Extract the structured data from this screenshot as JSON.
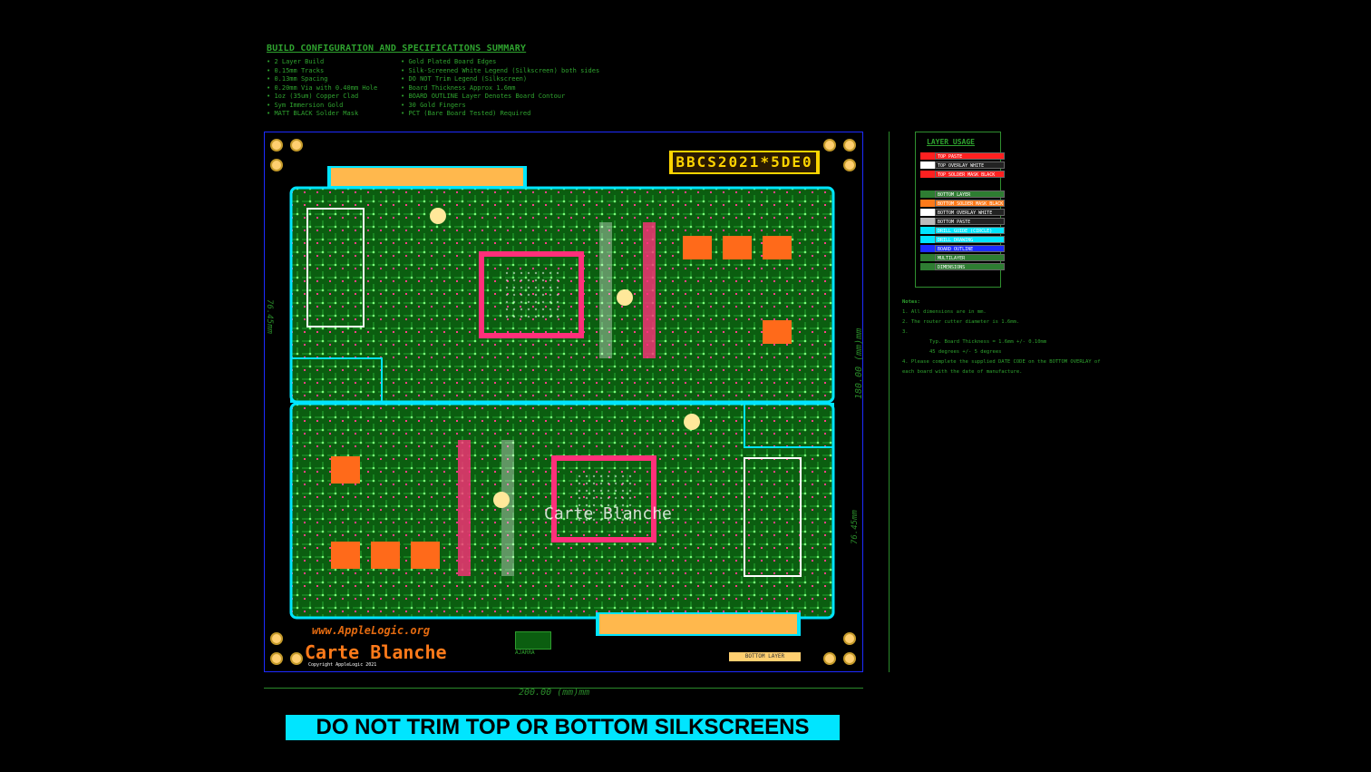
{
  "spec": {
    "title": "BUILD CONFIGURATION AND SPECIFICATIONS SUMMARY",
    "left": [
      "2 Layer Build",
      "0.15mm Tracks",
      "0.13mm Spacing",
      "0.20mm Via with 0.40mm Hole",
      "1oz (35um) Copper Clad",
      "Sym Immersion Gold",
      "MATT BLACK Solder Mask"
    ],
    "right": [
      "Gold Plated Board Edges",
      "Silk-Screened White Legend (Silkscreen) both sides",
      "DO NOT Trim Legend (Silkscreen)",
      "Board Thickness Approx 1.6mm",
      "BOARD OUTLINE Layer Denotes Board Contour",
      "30 Gold Fingers",
      "PCT (Bare Board Tested) Required"
    ]
  },
  "date_code": "BBCS2021*5DE0",
  "layer_usage": {
    "title": "LAYER USAGE",
    "rows": [
      {
        "label": "TOP PASTE",
        "color": "#ff2020"
      },
      {
        "label": "TOP OVERLAY WHITE",
        "color": "#ffffff"
      },
      {
        "label": "TOP SOLDER MASK BLACK",
        "color": "#ff2020"
      },
      {
        "label": "BOTTOM LAYER",
        "color": "#2e7d32"
      },
      {
        "label": "BOTTOM SOLDER MASK BLACK",
        "color": "#ff7a1a"
      },
      {
        "label": "BOTTOM OVERLAY WHITE",
        "color": "#ffffff"
      },
      {
        "label": "BOTTOM PASTE",
        "color": "#bbbbbb"
      },
      {
        "label": "DRILL GUIDE (CIRCLE)",
        "color": "#00e5ff"
      },
      {
        "label": "DRILL DRAWING",
        "color": "#00e5ff"
      },
      {
        "label": "BOARD OUTLINE",
        "color": "#1d2bff"
      },
      {
        "label": "MULTILAYER",
        "color": "#2e7d32"
      },
      {
        "label": "DIMENSIONS",
        "color": "#2e7d32"
      }
    ]
  },
  "notes": {
    "heading": "Notes:",
    "items": [
      "1. All dimensions are in mm.",
      "2. The router cutter diameter is 1.6mm.",
      "3.",
      "4. Please complete the supplied DATE CODE on the BOTTOM OVERLAY of each board with the date of manufacture."
    ],
    "thickness": "Typ. Board Thickness = 1.6mm +/- 0.10mm",
    "chamfer": "45 degrees +/- 5 degrees"
  },
  "dimensions": {
    "width": "200.00 (mm)mm",
    "height": "180.00 (mm)mm",
    "left_dim": "76.45mm",
    "right_dim": "76.45mm"
  },
  "board_text": {
    "top_label": "Carte Blanche",
    "brand_small": "www.AppleLogic.org",
    "brand_large": "Carte Blanche",
    "credits": "Copyright AppleLogic 2021",
    "bottom_layer": "BOTTOM LAYER",
    "ajarra": "AJARRA"
  },
  "banner": "DO NOT TRIM TOP OR BOTTOM SILKSCREENS",
  "colors": {
    "board_green": "#0e6b12",
    "outline_cyan": "#00e5ff",
    "pad_magenta": "#ff2f7a",
    "pad_orange": "#ff6a1a"
  }
}
